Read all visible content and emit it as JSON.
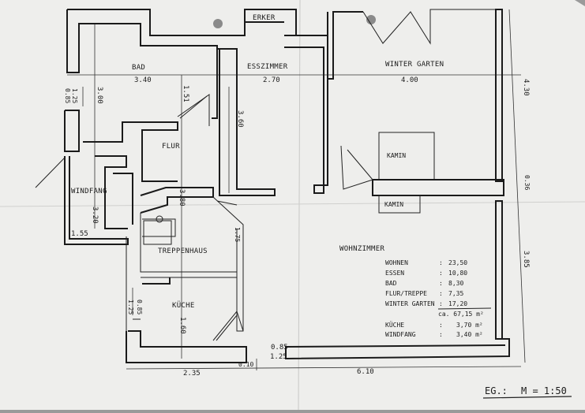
{
  "title": "EG.:",
  "scale": "M = 1:50",
  "rooms": {
    "bad": "BAD",
    "erker": "ERKER",
    "esszimmer": "ESSZIMMER",
    "wintergarten": "WINTER GARTEN",
    "flur": "FLUR",
    "windfang": "WINDFANG",
    "treppenhaus": "TREPPENHAUS",
    "kueche": "KÜCHE",
    "wohnzimmer": "WOHNZIMMER",
    "kamin_upper": "KAMIN",
    "kamin_lower": "KAMIN"
  },
  "dimensions": {
    "bad_width": "3.40",
    "esszimmer_width": "2.70",
    "wintergarten_width": "4.00",
    "right_upper": "4.30",
    "right_mid": "0.36",
    "right_lower": "3.85",
    "bad_height": "3.00",
    "flur_vertical": "1.51",
    "esszimmer_height": "3.60",
    "flur_height": "3.80",
    "windfang_height": "3.20",
    "windfang_width": "1.55",
    "treppe_height": "1.75",
    "kueche_height": "1.60",
    "left_085": "0.85",
    "left_125": "1.25",
    "left_085b": "0.85",
    "left_125b": "1.25",
    "bottom_085": "0.85",
    "bottom_125": "1.25",
    "bottom_235": "2.35",
    "bottom_010": "0.10",
    "bottom_610": "6.10"
  },
  "area_table": {
    "rows": [
      {
        "label": "WOHNEN",
        "sep": ":",
        "value": "23,50"
      },
      {
        "label": "ESSEN",
        "sep": ":",
        "value": "10,80"
      },
      {
        "label": "BAD",
        "sep": ":",
        "value": "8,30"
      },
      {
        "label": "FLUR/TREPPE",
        "sep": ":",
        "value": "7,35"
      },
      {
        "label": "WINTER GARTEN",
        "sep": ":",
        "value": "17,20"
      }
    ],
    "total": "ca. 67,15 m²",
    "extra_rows": [
      {
        "label": "KÜCHE",
        "sep": ":",
        "value": "3,70 m²"
      },
      {
        "label": "WINDFANG",
        "sep": ":",
        "value": "3,40 m²"
      }
    ]
  }
}
